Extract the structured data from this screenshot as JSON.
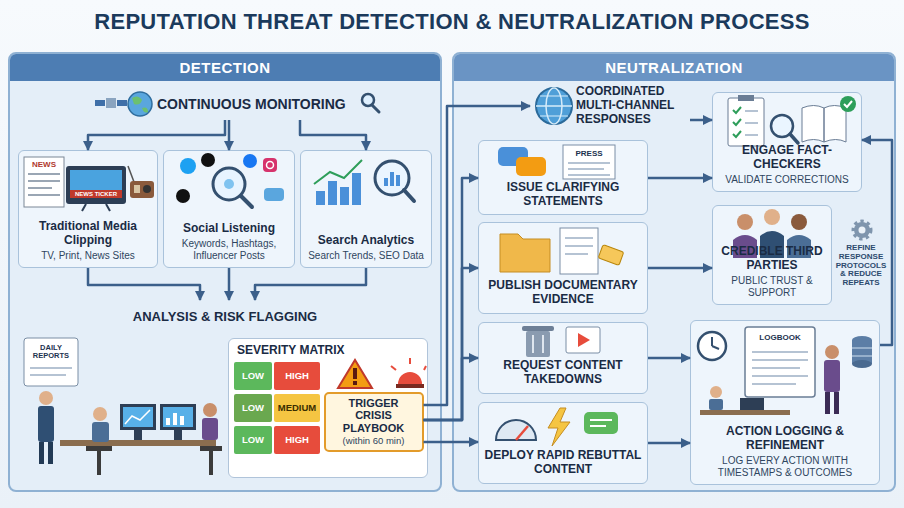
{
  "diagram": {
    "title": "REPUTATION THREAT DETECTION & NEUTRALIZATION PROCESS",
    "nodes": [
      {
        "text": [
          "DETECTION"
        ]
      },
      {
        "text": [
          "CONTINUOUS MONITORING"
        ],
        "in": 0
      },
      {
        "text": [
          "Traditional Media Clipping",
          "TV, Print, News Sites"
        ],
        "in": 0
      },
      {
        "text": [
          "Social Listening",
          "Keywords, Hashtags, Influencer Posts"
        ],
        "in": 0
      },
      {
        "text": [
          "Search Analytics",
          "Search Trends, SEO Data"
        ],
        "in": 0
      },
      {
        "text": [
          "ANALYSIS & RISK FLAGGING"
        ],
        "in": 0
      },
      {
        "text": [
          "SEVERITY MATRIX"
        ],
        "in": 5
      },
      {
        "text": [
          "TRIGGER CRISIS PLAYBOOK",
          "(within 60 min)"
        ],
        "in": 6
      },
      {
        "text": [
          "NEUTRALIZATION"
        ]
      },
      {
        "text": [
          "COORDINATED MULTI-CHANNEL RESPONSES"
        ],
        "in": 8
      },
      {
        "text": [
          "ISSUE CLARIFYING STATEMENTS"
        ],
        "in": 8
      },
      {
        "text": [
          "PUBLISH DOCUMENTARY EVIDENCE"
        ],
        "in": 8
      },
      {
        "text": [
          "REQUEST CONTENT TAKEDOWNS"
        ],
        "in": 8
      },
      {
        "text": [
          "DEPLOY RAPID REBUTTAL CONTENT"
        ],
        "in": 8
      },
      {
        "text": [
          "ENGAGE FACT-CHECKERS",
          "VALIDATE CORRECTIONS"
        ],
        "in": 8
      },
      {
        "text": [
          "CREDIBLE THIRD PARTIES",
          "PUBLIC TRUST & SUPPORT"
        ],
        "in": 8
      },
      {
        "text": [
          "ACTION LOGGING & REFINEMENT",
          "LOG EVERY ACTION WITH TIMESTAMPS & OUTCOMES"
        ],
        "in": 8
      }
    ],
    "edges": [
      {
        "from": 1,
        "to": 2,
        "arrow": "to"
      },
      {
        "from": 1,
        "to": 3,
        "arrow": "to"
      },
      {
        "from": 1,
        "to": 4,
        "arrow": "to"
      },
      {
        "from": 2,
        "to": 5,
        "arrow": "to"
      },
      {
        "from": 3,
        "to": 5,
        "arrow": "to"
      },
      {
        "from": 4,
        "to": 5,
        "arrow": "to"
      },
      {
        "from": 7,
        "to": 9,
        "arrow": "to"
      },
      {
        "from": 7,
        "to": 10,
        "arrow": "to"
      },
      {
        "from": 7,
        "to": 11,
        "arrow": "to"
      },
      {
        "from": 7,
        "to": 12,
        "arrow": "to"
      },
      {
        "from": 7,
        "to": 13,
        "arrow": "to"
      },
      {
        "from": 9,
        "to": 14,
        "arrow": "to"
      },
      {
        "from": 10,
        "to": 14,
        "arrow": "to"
      },
      {
        "from": 11,
        "to": 15,
        "arrow": "to"
      },
      {
        "from": 12,
        "to": 16,
        "arrow": "to"
      },
      {
        "from": 13,
        "to": 16,
        "arrow": "to"
      },
      {
        "from": 16,
        "to": 14,
        "arrow": "to"
      }
    ],
    "labels": [
      "NEWS",
      "NEWS TICKER",
      "DAILY REPORTS",
      "LOW",
      "HIGH",
      "LOW",
      "MEDIUM",
      "LOW",
      "HIGH",
      "PRESS",
      "LOGBOOK",
      "REFINE RESPONSE PROTOCOLS & REDUCE REPEATS"
    ]
  }
}
